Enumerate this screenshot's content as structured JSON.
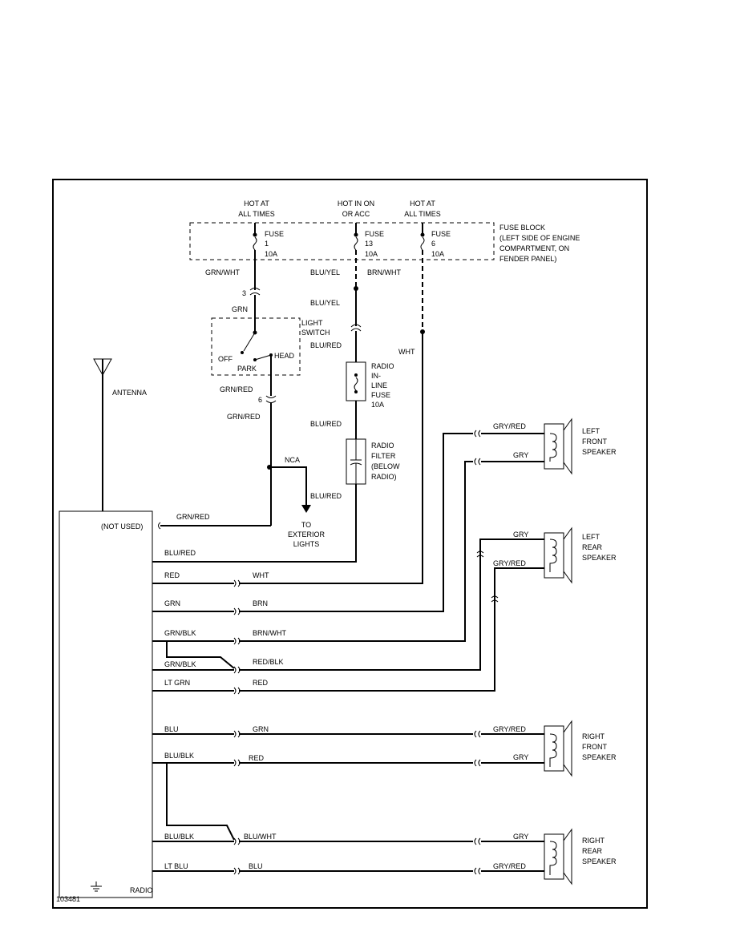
{
  "diagram_id": "103481",
  "power": {
    "hot1": [
      "HOT AT",
      "ALL TIMES"
    ],
    "hot2": [
      "HOT IN ON",
      "OR ACC"
    ],
    "hot3": [
      "HOT AT",
      "ALL TIMES"
    ],
    "fuse1": [
      "FUSE",
      "1",
      "10A"
    ],
    "fuse2": [
      "FUSE",
      "13",
      "10A"
    ],
    "fuse3": [
      "FUSE",
      "6",
      "10A"
    ],
    "fuse_block": [
      "FUSE BLOCK",
      "(LEFT SIDE OF ENGINE",
      "COMPARTMENT, ON",
      "FENDER PANEL)"
    ]
  },
  "wires": {
    "grn_wht": "GRN/WHT",
    "grn": "GRN",
    "grn_red": "GRN/RED",
    "blu_yel": "BLU/YEL",
    "brn_wht": "BRN/WHT",
    "blu_red": "BLU/RED",
    "wht": "WHT",
    "red": "RED",
    "brn": "BRN",
    "grn_blk": "GRN/BLK",
    "red_blk": "RED/BLK",
    "lt_grn": "LT GRN",
    "blu": "BLU",
    "blu_blk": "BLU/BLK",
    "blu_wht": "BLU/WHT",
    "lt_blu": "LT BLU",
    "gry_red": "GRY/RED",
    "gry": "GRY"
  },
  "light_switch": {
    "label": [
      "LIGHT",
      "SWITCH"
    ],
    "off": "OFF",
    "park": "PARK",
    "head": "HEAD"
  },
  "pins": {
    "three": "3",
    "six": "6"
  },
  "nca": "NCA",
  "exterior": [
    "TO",
    "EXTERIOR",
    "LIGHTS"
  ],
  "inline_fuse": [
    "RADIO",
    "IN-",
    "LINE",
    "FUSE",
    "10A"
  ],
  "filter": [
    "RADIO",
    "FILTER",
    "(BELOW",
    "RADIO)"
  ],
  "antenna": "ANTENNA",
  "radio": {
    "label": "RADIO",
    "not_used": "(NOT USED)"
  },
  "speakers": {
    "lf": [
      "LEFT",
      "FRONT",
      "SPEAKER"
    ],
    "lr": [
      "LEFT",
      "REAR",
      "SPEAKER"
    ],
    "rf": [
      "RIGHT",
      "FRONT",
      "SPEAKER"
    ],
    "rr": [
      "RIGHT",
      "REAR",
      "SPEAKER"
    ]
  }
}
